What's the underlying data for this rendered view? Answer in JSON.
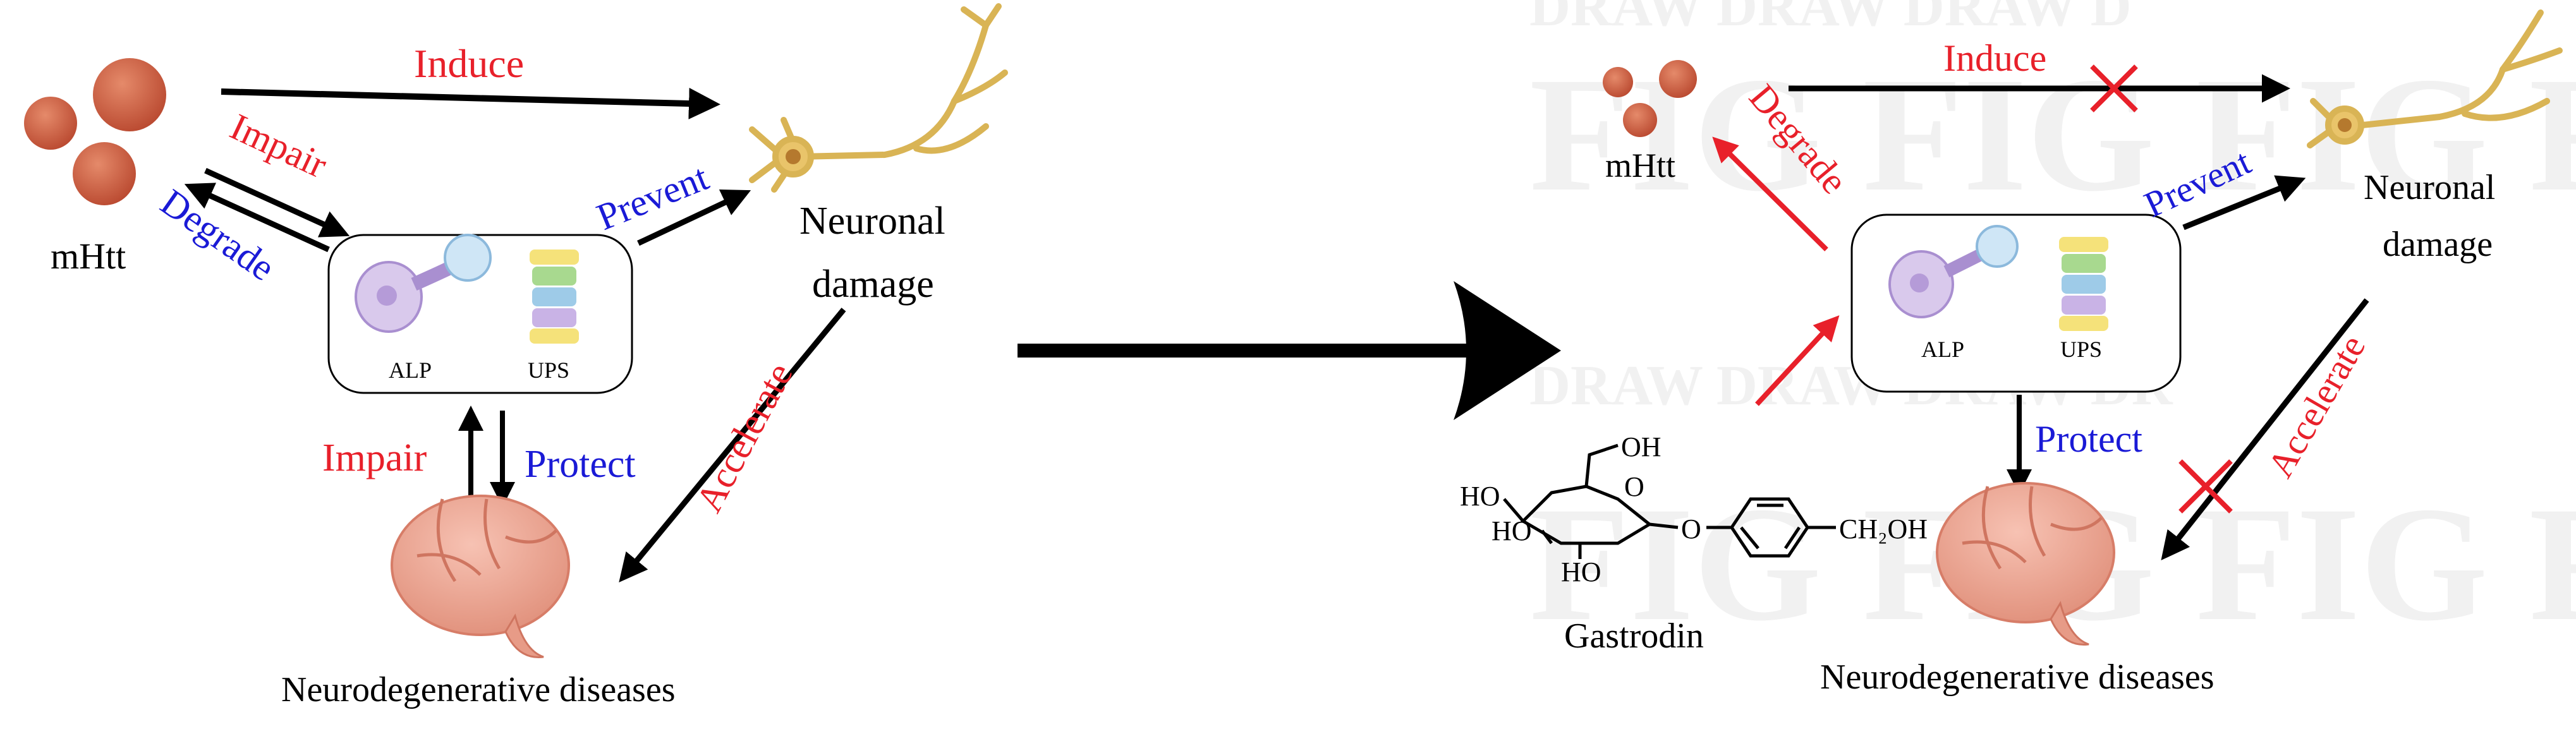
{
  "colors": {
    "red": "#e8202a",
    "blue": "#1a1ad6",
    "black": "#000000",
    "aggregate": "#c8553a",
    "brain": "#efa38f",
    "neuron": "#d9b455",
    "watermark": "#f0f0f0"
  },
  "left": {
    "mhtt_label": "mHtt",
    "neuronal_label_1": "Neuronal",
    "neuronal_label_2": "damage",
    "disease_label": "Neurodegenerative diseases",
    "alp_label": "ALP",
    "ups_label": "UPS",
    "induce": "Induce",
    "impair_top": "Impair",
    "degrade": "Degrade",
    "prevent": "Prevent",
    "accelerate": "Accelerate",
    "impair_bottom": "Impair",
    "protect": "Protect"
  },
  "right": {
    "mhtt_label": "mHtt",
    "neuronal_label_1": "Neuronal",
    "neuronal_label_2": "damage",
    "disease_label": "Neurodegenerative diseases",
    "alp_label": "ALP",
    "ups_label": "UPS",
    "induce": "Induce",
    "degrade": "Degrade",
    "prevent": "Prevent",
    "accelerate": "Accelerate",
    "protect": "Protect",
    "compound_name": "Gastrodin"
  },
  "molecule": {
    "oh_top": "OH",
    "ho_left": "HO",
    "ho_mid": "HO",
    "ho_bottom": "HO",
    "ring_o": "O",
    "link_o": "O",
    "ch2oh": "CH₂OH"
  },
  "watermark": {
    "row1": "DRAW DRAW DRAW D",
    "row2": "FIG FIG FIG FI",
    "row3": "DRAW DRAW DRAW DR",
    "row4": "FIG FIG FIG FI"
  }
}
